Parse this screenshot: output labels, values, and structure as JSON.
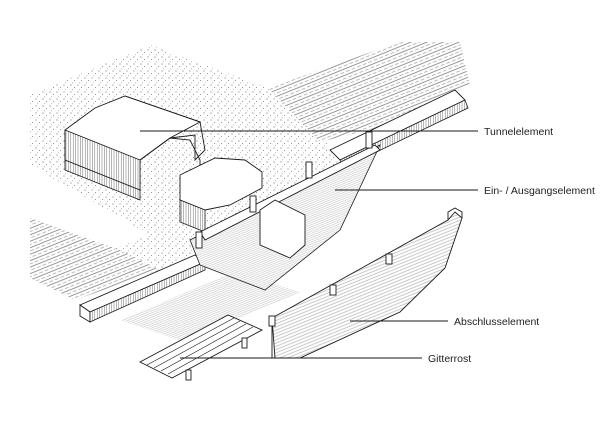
{
  "labels": {
    "tunnel": "Tunnelelement",
    "entry": "Ein- / Ausgangselement",
    "end": "Abschlusselement",
    "grate": "Gitterrost"
  },
  "colors": {
    "line": "#1a1a1a",
    "background": "#ffffff",
    "hatch": "#555555"
  }
}
